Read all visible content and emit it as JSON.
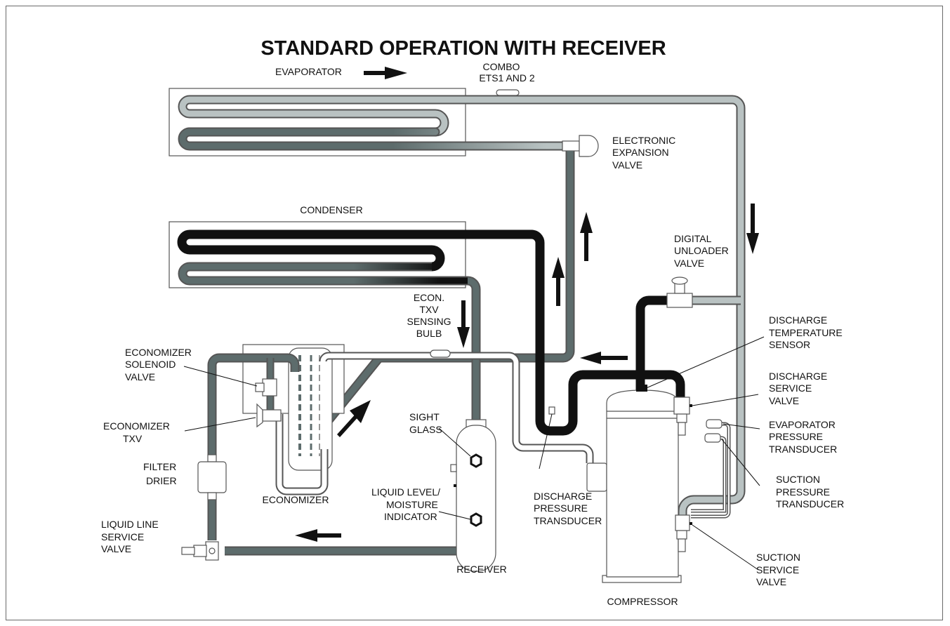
{
  "title": "STANDARD OPERATION WITH RECEIVER",
  "labels": {
    "evaporator": "EVAPORATOR",
    "combo_1": "COMBO",
    "combo_2": "ETS1 AND 2",
    "eev_1": "ELECTRONIC",
    "eev_2": "EXPANSION",
    "eev_3": "VALVE",
    "condenser": "CONDENSER",
    "duv_1": "DIGITAL",
    "duv_2": "UNLOADER",
    "duv_3": "VALVE",
    "econ_txv_bulb_1": "ECON.",
    "econ_txv_bulb_2": "TXV",
    "econ_txv_bulb_3": "SENSING",
    "econ_txv_bulb_4": "BULB",
    "dts_1": "DISCHARGE",
    "dts_2": "TEMPERATURE",
    "dts_3": "SENSOR",
    "esv_1": "ECONOMIZER",
    "esv_2": "SOLENOID",
    "esv_3": "VALVE",
    "dsv_1": "DISCHARGE",
    "dsv_2": "SERVICE",
    "dsv_3": "VALVE",
    "etxv_1": "ECONOMIZER",
    "etxv_2": "TXV",
    "sight_1": "SIGHT",
    "sight_2": "GLASS",
    "ept_1": "EVAPORATOR",
    "ept_2": "PRESSURE",
    "ept_3": "TRANSDUCER",
    "filter_1": "FILTER",
    "filter_2": "DRIER",
    "economizer": "ECONOMIZER",
    "llmi_1": "LIQUID LEVEL/",
    "llmi_2": "MOISTURE",
    "llmi_3": "INDICATOR",
    "dpt_1": "DISCHARGE",
    "dpt_2": "PRESSURE",
    "dpt_3": "TRANSDUCER",
    "spt_1": "SUCTION",
    "spt_2": "PRESSURE",
    "spt_3": "TRANSDUCER",
    "llsv_1": "LIQUID LINE",
    "llsv_2": "SERVICE",
    "llsv_3": "VALVE",
    "receiver": "RECEIVER",
    "ssv_1": "SUCTION",
    "ssv_2": "SERVICE",
    "ssv_3": "VALVE",
    "compressor": "COMPRESSOR"
  },
  "colors": {
    "hot_gas": "#111111",
    "liquid": "#5d6c6c",
    "suction": "#b9c2c2",
    "outline": "#555555"
  }
}
